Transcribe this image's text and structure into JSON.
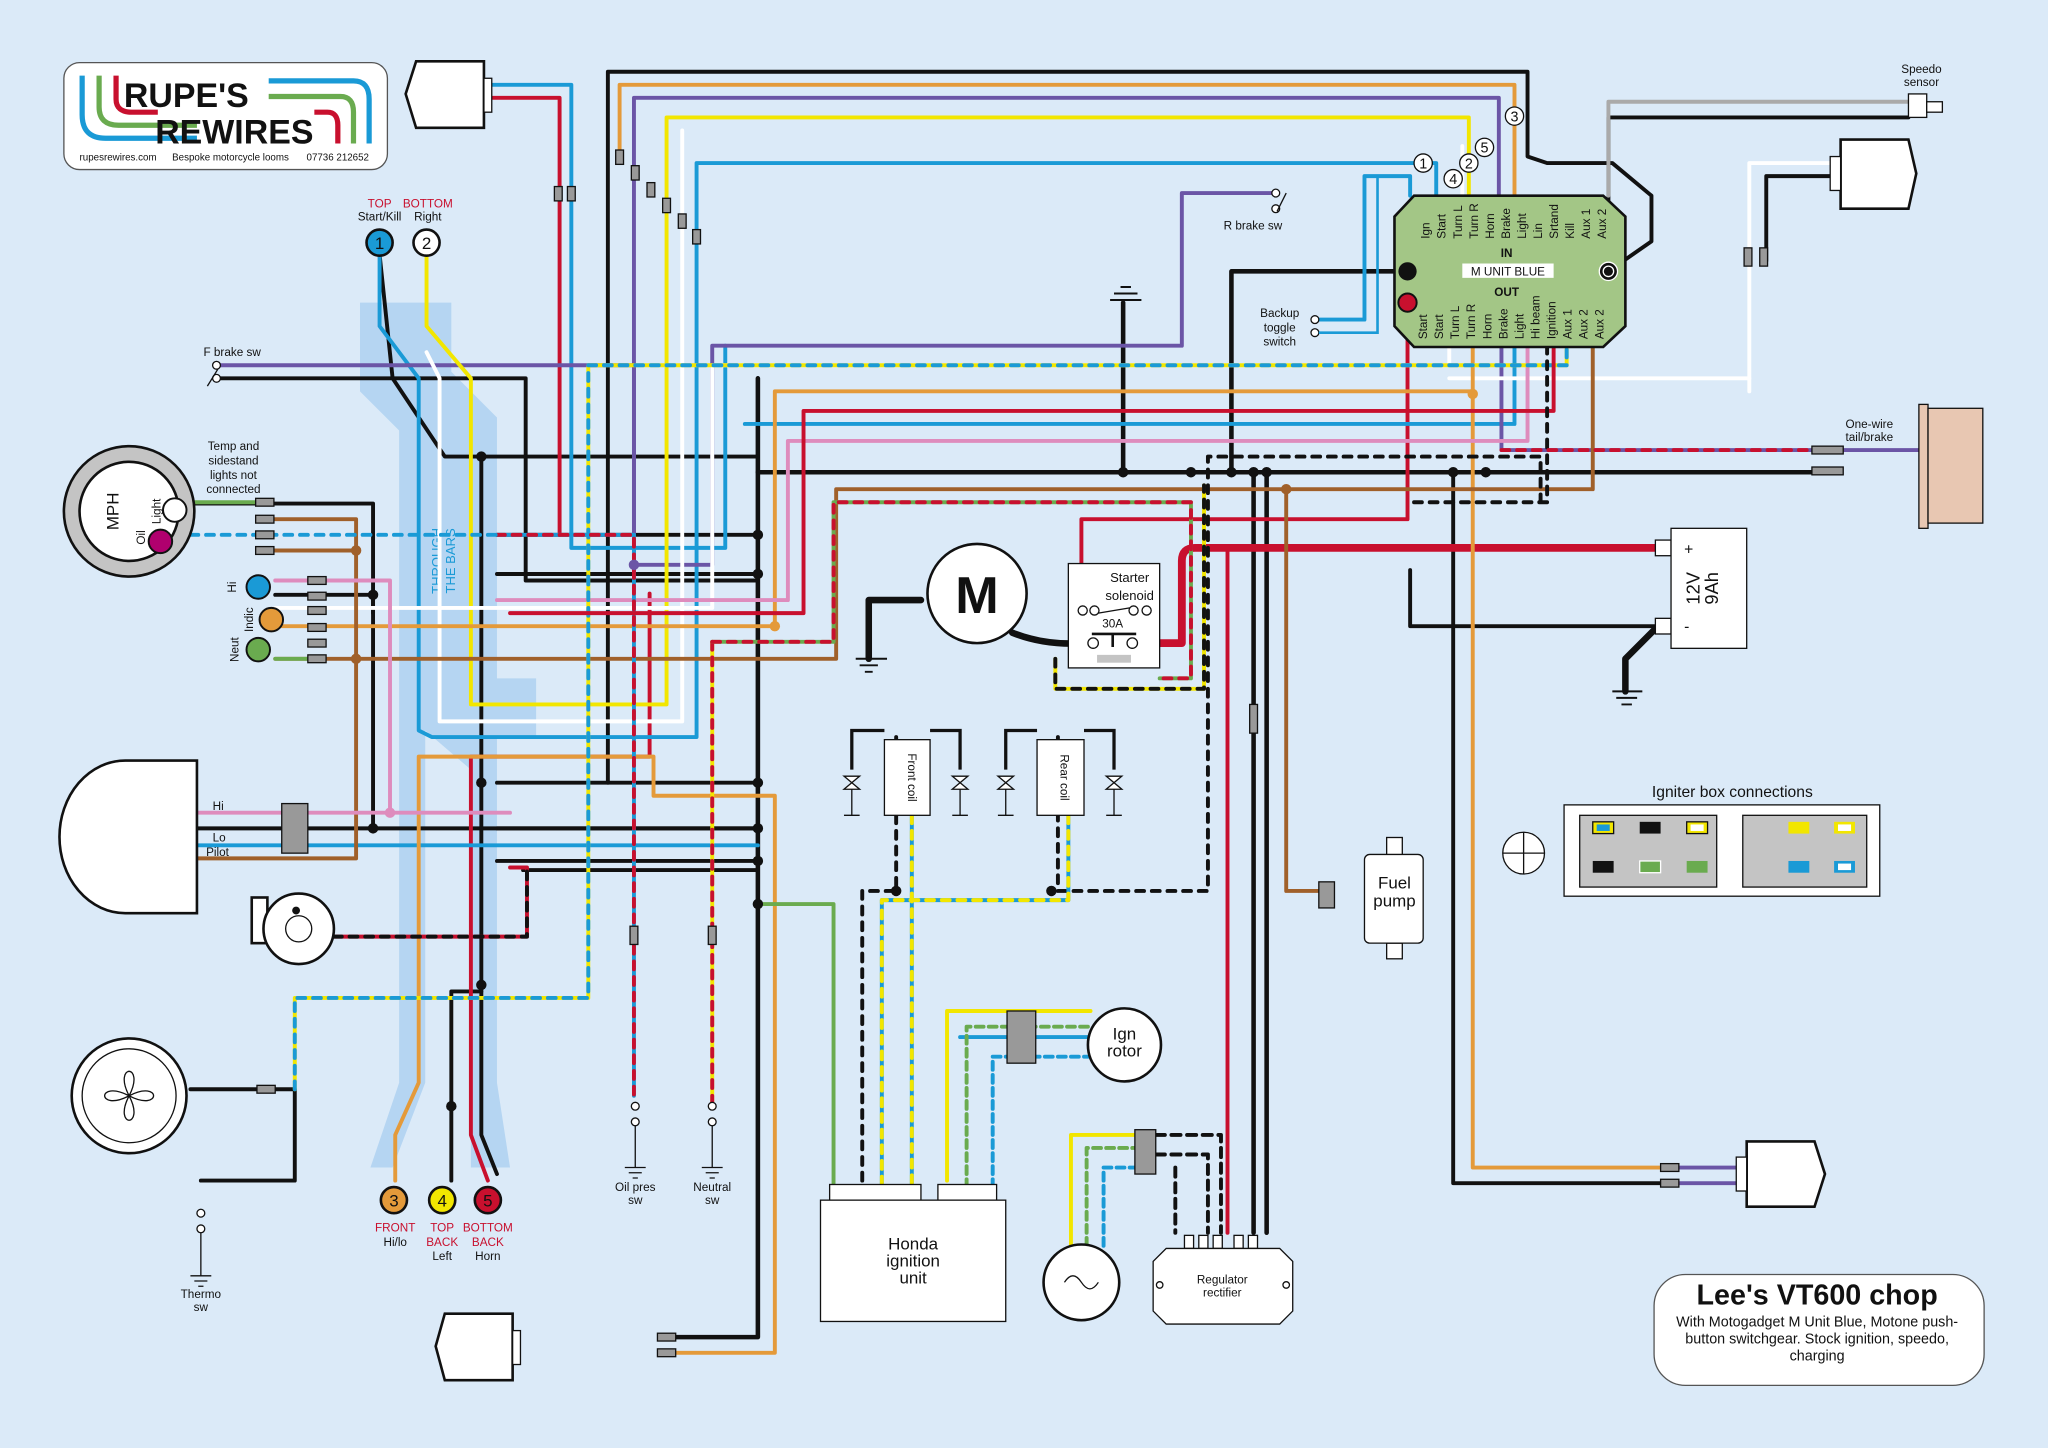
{
  "logo": {
    "name_line1": "RUPE'S",
    "name_line2": "REWIRES",
    "website": "rupesrewires.com",
    "tagline": "Bespoke motorcycle looms",
    "phone": "07736 212652"
  },
  "title_box": {
    "title": "Lee's VT600 chop",
    "subtitle_line1": "With Motogadget M Unit Blue, Motone push-",
    "subtitle_line2": "button switchgear. Stock ignition, speedo,",
    "subtitle_line3": "charging"
  },
  "right_switch": {
    "top_label": "TOP",
    "bottom_label": "BOTTOM",
    "btn1_number": "1",
    "btn1_function": "Start/Kill",
    "btn2_number": "2",
    "btn2_function": "Right"
  },
  "left_switch": {
    "btn3_number": "3",
    "btn3_position": "FRONT",
    "btn3_function": "Hi/lo",
    "btn4_number": "4",
    "btn4_position_1": "TOP",
    "btn4_position_2": "BACK",
    "btn4_function": "Left",
    "btn5_number": "5",
    "btn5_position_1": "BOTTOM",
    "btn5_position_2": "BACK",
    "btn5_function": "Horn"
  },
  "bars_label_1": "THROUGH",
  "bars_label_2": "THE BARS",
  "switches": {
    "f_brake": "F brake sw",
    "r_brake": "R brake sw",
    "backup_1": "Backup",
    "backup_2": "toggle",
    "backup_3": "switch",
    "oil_1": "Oil pres",
    "oil_2": "sw",
    "neutral_1": "Neutral",
    "neutral_2": "sw",
    "thermo_1": "Thermo",
    "thermo_2": "sw"
  },
  "speedo": {
    "label": "MPH",
    "light": "Light",
    "oil": "Oil",
    "note_1": "Temp and",
    "note_2": "sidestand",
    "note_3": "lights not",
    "note_4": "connected"
  },
  "warning_lights": {
    "hi": "Hi",
    "indic": "Indic",
    "neut": "Neut"
  },
  "headlight": {
    "hi": "Hi",
    "lo": "Lo",
    "pilot": "Pilot"
  },
  "m_unit": {
    "name": "M UNIT BLUE",
    "in_label": "IN",
    "out_label": "OUT",
    "inputs": [
      "Ign",
      "Start",
      "Turn L",
      "Turn R",
      "Horn",
      "Brake",
      "Light",
      "Lin",
      "Srtand",
      "Kill",
      "Aux 1",
      "Aux 2"
    ],
    "outputs": [
      "Start",
      "Start",
      "Turn L",
      "Turn R",
      "Horn",
      "Brake",
      "Light",
      "Hi beam",
      "Ignition",
      "Aux 1",
      "Aux 2",
      "Aux 2"
    ],
    "callouts": [
      "1",
      "4",
      "2",
      "5",
      "3"
    ]
  },
  "components": {
    "motor": "M",
    "solenoid_1": "Starter",
    "solenoid_2": "solenoid",
    "solenoid_fuse": "30A",
    "front_coil": "Front coil",
    "rear_coil": "Rear coil",
    "ign_rotor_1": "Ign",
    "ign_rotor_2": "rotor",
    "ignition_1": "Honda",
    "ignition_2": "ignition",
    "ignition_3": "unit",
    "regulator_1": "Regulator",
    "regulator_2": "rectifier",
    "fuel_1": "Fuel",
    "fuel_2": "pump",
    "battery_1": "12V",
    "battery_2": "9Ah",
    "battery_plus": "+",
    "battery_minus": "-",
    "speedo_sensor_1": "Speedo",
    "speedo_sensor_2": "sensor",
    "tail_1": "One-wire",
    "tail_2": "tail/brake"
  },
  "igniter": {
    "title": "Igniter box connections"
  },
  "colors": {
    "background": "#dbeaf8",
    "black": "#111111",
    "red": "#c8102e",
    "blue": "#1a9ad6",
    "yellow": "#f2e600",
    "green": "#6aab4f",
    "brown": "#a0602a",
    "orange": "#e49a3a",
    "purple": "#6b55a6",
    "pink": "#de8cbd",
    "grey": "#aaaaaa",
    "m_unit_green": "#a3c686"
  }
}
